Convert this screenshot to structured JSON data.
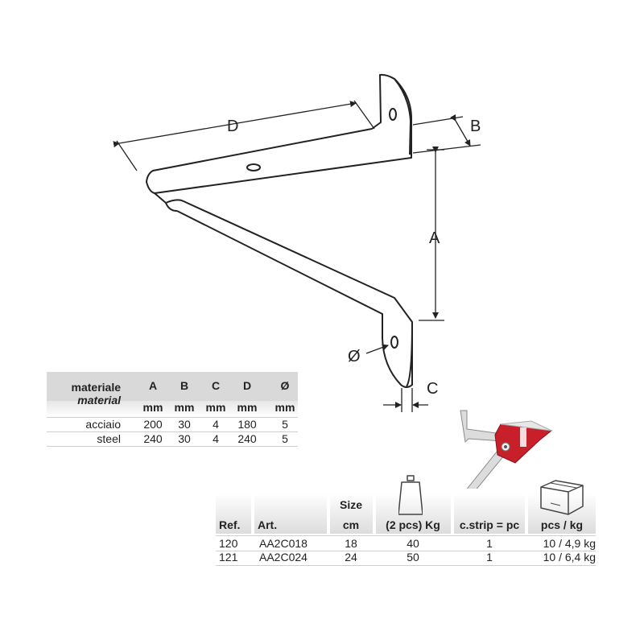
{
  "diagram": {
    "labels": {
      "D": "D",
      "B": "B",
      "A": "A",
      "C": "C",
      "diameter": "Ø"
    }
  },
  "material_table": {
    "header": {
      "materiale": "materiale",
      "material": "material",
      "A": "A",
      "B": "B",
      "C": "C",
      "D": "D",
      "diameter": "Ø"
    },
    "units": [
      "mm",
      "mm",
      "mm",
      "mm",
      "mm"
    ],
    "rows": [
      {
        "name": "acciaio",
        "A": "200",
        "B": "30",
        "C": "4",
        "D": "180",
        "diameter": "5"
      },
      {
        "name": "steel",
        "A": "240",
        "B": "30",
        "C": "4",
        "D": "240",
        "diameter": "5"
      }
    ]
  },
  "product_table": {
    "header": {
      "ref": "Ref.",
      "art": "Art.",
      "size_top": "Size",
      "size_unit": "cm",
      "weight": "(2 pcs) Kg",
      "strip": "c.strip = pc",
      "pcs_kg": "pcs / kg"
    },
    "rows": [
      {
        "ref": "120",
        "art": "AA2C018",
        "size": "18",
        "weight": "40",
        "strip": "1",
        "pcs_kg": "10 / 4,9 kg"
      },
      {
        "ref": "121",
        "art": "AA2C024",
        "size": "24",
        "weight": "50",
        "strip": "1",
        "pcs_kg": "10 / 6,4 kg"
      }
    ]
  },
  "colors": {
    "package_red": "#c8202a",
    "band_gray": "#d9d9d9",
    "line": "#222222"
  }
}
